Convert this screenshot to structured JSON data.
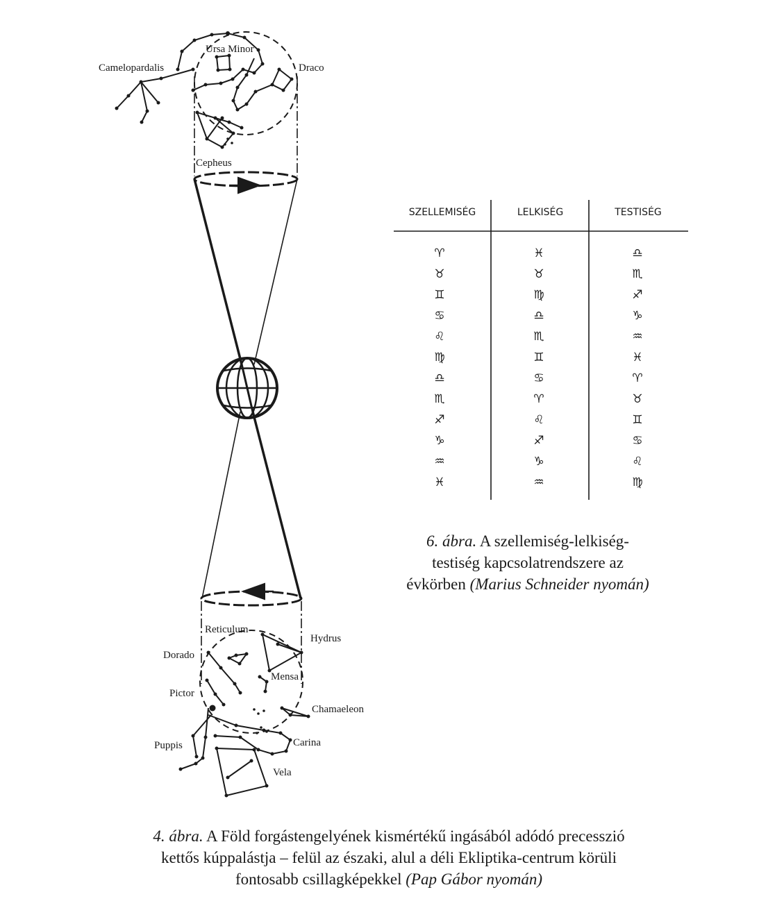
{
  "north_constellations": {
    "camelopardalis": "Camelopardalis",
    "ursa_minor": "Ursa Minor",
    "draco": "Draco",
    "cepheus": "Cepheus"
  },
  "south_constellations": {
    "reticulum": "Reticulum",
    "hydrus": "Hydrus",
    "dorado": "Dorado",
    "mensa": "Mensa",
    "pictor": "Pictor",
    "chamaeleon": "Chamaeleon",
    "puppis": "Puppis",
    "carina": "Carina",
    "vela": "Vela"
  },
  "table": {
    "headers": [
      "SZELLEMISÉG",
      "LELKISÉG",
      "TESTISÉG"
    ],
    "rows": [
      [
        "♈",
        "♓",
        "♎"
      ],
      [
        "♉",
        "♉",
        "♏"
      ],
      [
        "♊",
        "♍",
        "♐"
      ],
      [
        "♋",
        "♎",
        "♑"
      ],
      [
        "♌",
        "♏",
        "♒"
      ],
      [
        "♍",
        "♊",
        "♓"
      ],
      [
        "♎",
        "♋",
        "♈"
      ],
      [
        "♏",
        "♈",
        "♉"
      ],
      [
        "♐",
        "♌",
        "♊"
      ],
      [
        "♑",
        "♐",
        "♋"
      ],
      [
        "♒",
        "♑",
        "♌"
      ],
      [
        "♓",
        "♒",
        "♍"
      ]
    ]
  },
  "caption6": {
    "prefix": "6. ábra.",
    "line1": " A szellemiség-lelkiség-",
    "line2": "testiség kapcsolatrendszere az",
    "line3": "évkörben ",
    "source": "(Marius Schneider nyomán)"
  },
  "caption4": {
    "prefix": "4. ábra.",
    "line1": " A Föld forgástengelyének kismértékű ingásából adódó precesszió",
    "line2": "kettős kúppalástja – felül az északi, alul a déli Ekliptika-centrum körüli",
    "line3": "fontosabb csillagképekkel ",
    "source": "(Pap Gábor nyomán)"
  },
  "colors": {
    "ink": "#1a1a1a",
    "background": "#ffffff"
  }
}
